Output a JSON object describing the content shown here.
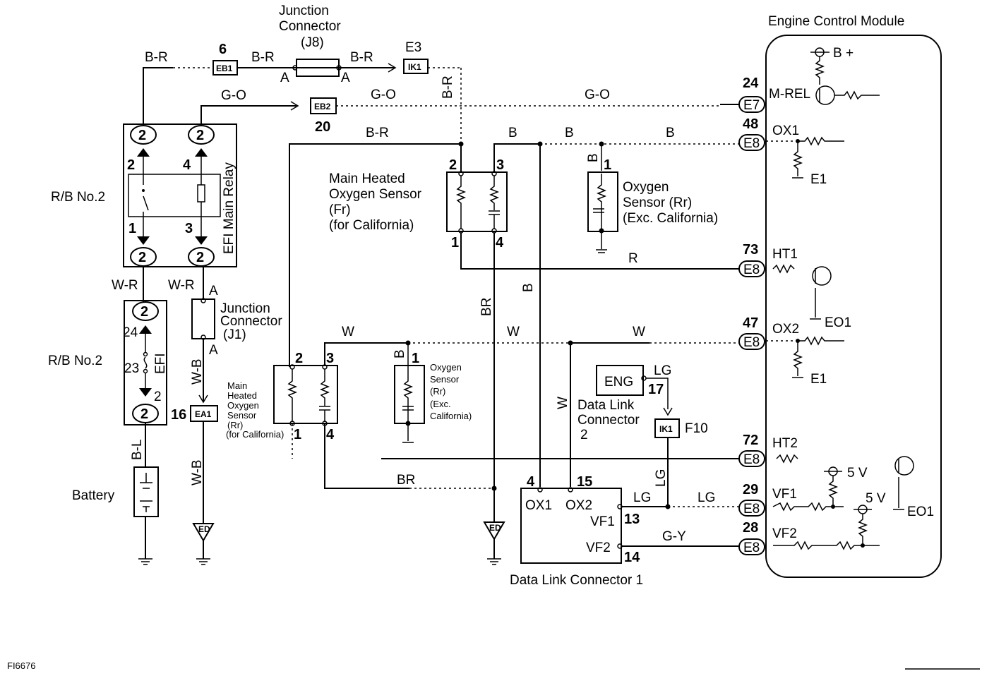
{
  "labels": {
    "ecm_title": "Engine Control Module",
    "jc_j8_l1": "Junction",
    "jc_j8_l2": "Connector",
    "jc_j8_id": "(J8)",
    "rb1": "R/B No.2",
    "rb2": "R/B No.2",
    "efi_main_relay": "EFI Main Relay",
    "efi": "EFI",
    "main_fr_l1": "Main Heated",
    "main_fr_l2": "Oxygen Sensor",
    "main_fr_l3": "(Fr)",
    "main_fr_l4": "(for California)",
    "o2_rr_l1": "Oxygen",
    "o2_rr_l2": "Sensor (Rr)",
    "o2_rr_l3": "(Exc. California)",
    "jc_j1_l1": "Junction",
    "jc_j1_l2": "Connector",
    "jc_j1_l3": "(J1)",
    "small_main_l1": "Main",
    "small_main_l2": "Heated",
    "small_main_l3": "Oxygen",
    "small_main_l4": "Sensor",
    "small_main_l5": "(Rr)",
    "small_main_l6": "(for California)",
    "small_o2_l1": "Oxygen",
    "small_o2_l2": "Sensor",
    "small_o2_l3": "(Rr)",
    "small_o2_l4": "(Exc.",
    "small_o2_l5": "California)",
    "battery": "Battery",
    "eng": "ENG",
    "dlc_l1": "Data Link",
    "dlc_l2": "Connector",
    "dlc_l3": "2",
    "dlc1": "Data Link Connector 1",
    "fig_id": "FI6676"
  },
  "wires": {
    "br": "B-R",
    "go": "G-O",
    "b": "B",
    "r": "R",
    "w": "W",
    "wr": "W-R",
    "wb": "W-B",
    "bl": "B-L",
    "lg": "LG",
    "gy": "G-Y",
    "brn": "BR"
  },
  "connectors": {
    "eb1": "EB1",
    "eb2": "EB2",
    "ik1": "IK1",
    "ea1": "EA1",
    "ed": "ED",
    "e7": "E7",
    "e8": "E8",
    "f10": "F10",
    "e3": "E3"
  },
  "pins": {
    "p6": "6",
    "p20": "20",
    "p16": "16",
    "p24": "24",
    "p48": "48",
    "p73": "73",
    "p47": "47",
    "p72": "72",
    "p29": "29",
    "p28": "28",
    "n1": "1",
    "n2": "2",
    "n3": "3",
    "n4": "4",
    "n13": "13",
    "n14": "14",
    "n15": "15",
    "n17": "17",
    "n23": "23",
    "n24": "24",
    "a": "A"
  },
  "ecm_terminals": {
    "b_plus": "B +",
    "m_rel": "M-REL",
    "ox1": "OX1",
    "e1": "E1",
    "ht1": "HT1",
    "eo1": "EO1",
    "ox2": "OX2",
    "ht2": "HT2",
    "five_v": "5 V",
    "vf1": "VF1",
    "vf2": "VF2"
  },
  "dlc_terminals": {
    "ox1": "OX1",
    "ox2": "OX2",
    "vf1": "VF1",
    "vf2": "VF2"
  }
}
